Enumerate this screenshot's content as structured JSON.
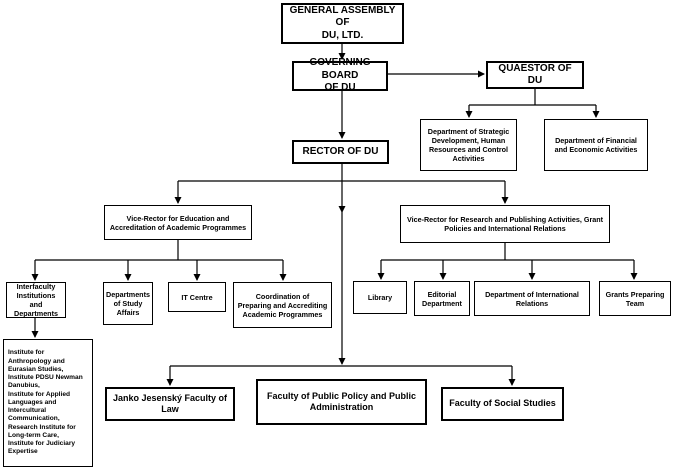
{
  "nodes": {
    "general_assembly": "GENERAL ASSEMBLY OF\nDU, LTD.",
    "governing_board": "GOVERNING BOARD\nOF DU",
    "questor": "QUAESTOR OF DU",
    "dept_strategic": "Department of Strategic\nDevelopment, Human\nResources and Control\nActivities",
    "dept_financial": "Department of Financial\nand Economic Activities",
    "rector": "RECTOR OF DU",
    "vr_education": "Vice-Rector for Education and\nAccreditation of Academic Programmes",
    "vr_research": "Vice-Rector for Research and Publishing Activities, Grant\nPolicies and International Relations",
    "interfaculty": "Interfaculty\nInstitutions and\nDepartments",
    "study_affairs": "Departments\nof Study\nAffairs",
    "it_centre": "IT Centre",
    "coordination": "Coordination of\nPreparing and Accrediting\nAcademic Programmes",
    "library": "Library",
    "editorial": "Editorial\nDepartment",
    "intl_relations": "Department of International\nRelations",
    "grants": "Grants Preparing\nTeam",
    "institutes": "Institute for\nAnthropology and\nEurasian Studies,\nInstitute PDSU Newman\nDanubius,\nInstitute for Applied\nLanguages and\nIntercultural\nCommunication,\nResearch Institute for\nLong-term Care,\nInstitute for Judiciary\nExpertise",
    "faculty_law": "Janko Jesenský Faculty of Law",
    "faculty_public_policy": "Faculty of Public Policy and Public\nAdministration",
    "faculty_social": "Faculty of Social Studies"
  }
}
